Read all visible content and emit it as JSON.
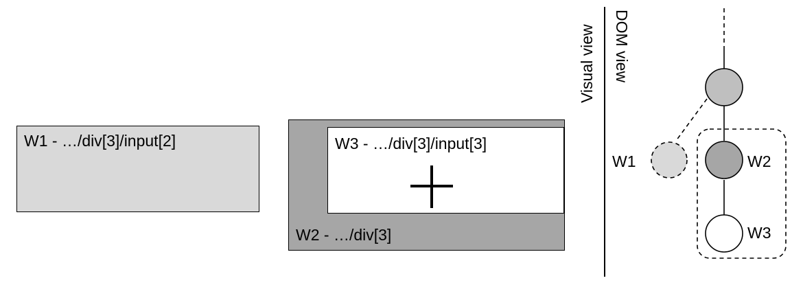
{
  "visual_view": {
    "section_label": "Visual view",
    "w1_box": {
      "label": "W1 - …/div[3]/input[2]",
      "fill": "#d9d9d9"
    },
    "w2_box": {
      "label": "W2 - …/div[3]",
      "fill": "#a6a6a6"
    },
    "w3_box": {
      "label": "W3 - …/div[3]/input[3]",
      "fill": "#ffffff",
      "cursor_icon": "crosshair-plus-icon"
    }
  },
  "dom_view": {
    "section_label": "DOM view",
    "nodes": {
      "parent": {
        "label": "",
        "fill": "#bfbfbf"
      },
      "w1": {
        "label": "W1",
        "fill": "#d9d9d9",
        "style": "dashed"
      },
      "w2": {
        "label": "W2",
        "fill": "#a6a6a6",
        "style": "solid"
      },
      "w3": {
        "label": "W3",
        "fill": "#ffffff",
        "style": "solid"
      }
    },
    "group_outline": "dashed"
  },
  "colors": {
    "stroke": "#000000",
    "background": "#ffffff"
  }
}
